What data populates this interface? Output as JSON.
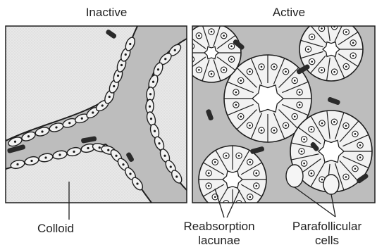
{
  "panels": {
    "left_title": "Inactive",
    "right_title": "Active"
  },
  "labels": {
    "colloid": "Colloid",
    "reabsorption_line1": "Reabsorption",
    "reabsorption_line2": "lacunae",
    "parafollicular_line1": "Parafollicular",
    "parafollicular_line2": "cells"
  },
  "colors": {
    "colloid_fill": "#e6e6e6",
    "stroma_fill": "#b9b9b9",
    "cell_fill": "#f2f2f2",
    "outline": "#1e1e1e",
    "dark_cell": "#2a2a2a"
  }
}
